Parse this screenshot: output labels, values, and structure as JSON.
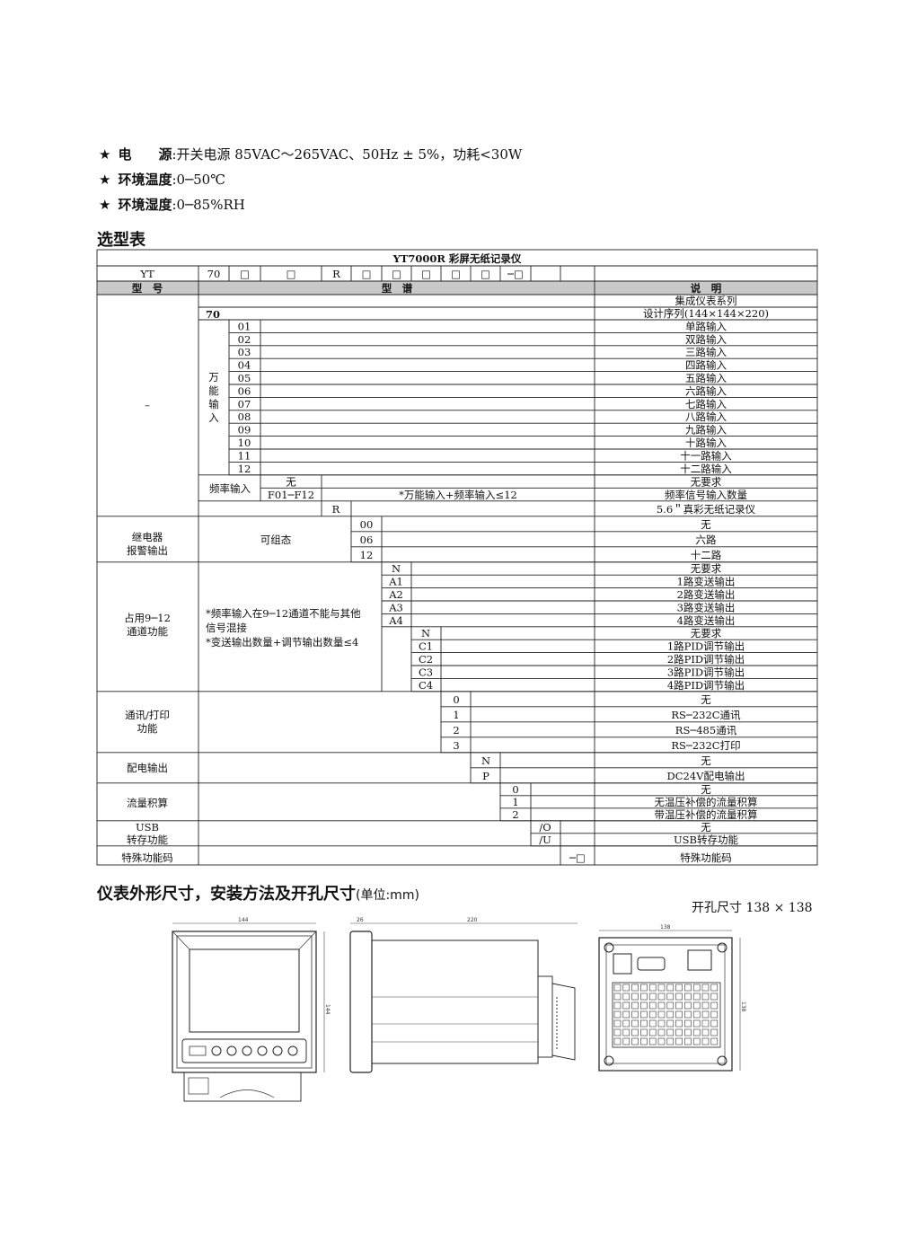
{
  "specs": [
    {
      "label": "电　　源",
      "value": "开关电源 85VAC～265VAC、50Hz ± 5%，功耗<30W"
    },
    {
      "label": "环境温度",
      "value": "0─50℃"
    },
    {
      "label": "环境湿度",
      "value": "0─85%RH"
    }
  ],
  "selection": {
    "heading": "选型表",
    "title": "YT7000R 彩屏无纸记录仪",
    "code_row": [
      "YT",
      "70",
      "□",
      "□",
      "R",
      "□",
      "□",
      "□",
      "□",
      "□",
      "─□"
    ],
    "header": {
      "model": "型　号",
      "spectrum": "型　谱",
      "desc": "说　明"
    },
    "dash": "–",
    "series_desc": "集成仪表系列",
    "design": {
      "code": "70",
      "desc": "设计序列(144×144×220)"
    },
    "universal_label": [
      "万",
      "能",
      "输",
      "入"
    ],
    "channels": [
      {
        "code": "01",
        "desc": "单路输入"
      },
      {
        "code": "02",
        "desc": "双路输入"
      },
      {
        "code": "03",
        "desc": "三路输入"
      },
      {
        "code": "04",
        "desc": "四路输入"
      },
      {
        "code": "05",
        "desc": "五路输入"
      },
      {
        "code": "06",
        "desc": "六路输入"
      },
      {
        "code": "07",
        "desc": "七路输入"
      },
      {
        "code": "08",
        "desc": "八路输入"
      },
      {
        "code": "09",
        "desc": "九路输入"
      },
      {
        "code": "10",
        "desc": "十路输入"
      },
      {
        "code": "11",
        "desc": "十一路输入"
      },
      {
        "code": "12",
        "desc": "十二路输入"
      }
    ],
    "freq": {
      "label": "频率输入",
      "none": "无",
      "none_desc": "无要求",
      "range": "F01─F12",
      "note": "*万能输入+频率输入≤12",
      "range_desc": "频率信号输入数量"
    },
    "r": {
      "code": "R",
      "desc": "5.6＂真彩无纸记录仪"
    },
    "relay": {
      "label": [
        "继电器",
        "报警输出"
      ],
      "note": "可组态",
      "items": [
        {
          "code": "00",
          "desc": "无"
        },
        {
          "code": "06",
          "desc": "六路"
        },
        {
          "code": "12",
          "desc": "十二路"
        }
      ]
    },
    "ch912": {
      "label": [
        "占用9─12",
        "通道功能"
      ],
      "notes": [
        "*频率输入在9─12通道不能与其他",
        "信号混接",
        "*变送输出数量+调节输出数量≤4"
      ],
      "a": [
        {
          "code": "N",
          "desc": "无要求"
        },
        {
          "code": "A1",
          "desc": "1路变送输出"
        },
        {
          "code": "A2",
          "desc": "2路变送输出"
        },
        {
          "code": "A3",
          "desc": "3路变送输出"
        },
        {
          "code": "A4",
          "desc": "4路变送输出"
        }
      ],
      "c": [
        {
          "code": "N",
          "desc": "无要求"
        },
        {
          "code": "C1",
          "desc": "1路PID调节输出"
        },
        {
          "code": "C2",
          "desc": "2路PID调节输出"
        },
        {
          "code": "C3",
          "desc": "3路PID调节输出"
        },
        {
          "code": "C4",
          "desc": "4路PID调节输出"
        }
      ]
    },
    "comm": {
      "label": [
        "通讯/打印",
        "功能"
      ],
      "items": [
        {
          "code": "0",
          "desc": "无"
        },
        {
          "code": "1",
          "desc": "RS─232C通讯"
        },
        {
          "code": "2",
          "desc": "RS─485通讯"
        },
        {
          "code": "3",
          "desc": "RS─232C打印"
        }
      ]
    },
    "power": {
      "label": "配电输出",
      "items": [
        {
          "code": "N",
          "desc": "无"
        },
        {
          "code": "P",
          "desc": "DC24V配电输出"
        }
      ]
    },
    "flow": {
      "label": "流量积算",
      "items": [
        {
          "code": "0",
          "desc": "无"
        },
        {
          "code": "1",
          "desc": "无温压补偿的流量积算"
        },
        {
          "code": "2",
          "desc": "带温压补偿的流量积算"
        }
      ]
    },
    "usb": {
      "label": [
        "USB",
        "转存功能"
      ],
      "items": [
        {
          "code": "/O",
          "desc": "无"
        },
        {
          "code": "/U",
          "desc": "USB转存功能"
        }
      ]
    },
    "special": {
      "label": "特殊功能码",
      "code": "─□",
      "desc": "特殊功能码"
    }
  },
  "dims": {
    "heading": "仪表外形尺寸，安装方法及开孔尺寸",
    "unit": "(单位:mm)",
    "cutout": "开孔尺寸 138 × 138",
    "front_w": "144",
    "front_h": "144",
    "side_a": "26",
    "side_b": "220",
    "back_w": "138",
    "back_h": "138"
  }
}
